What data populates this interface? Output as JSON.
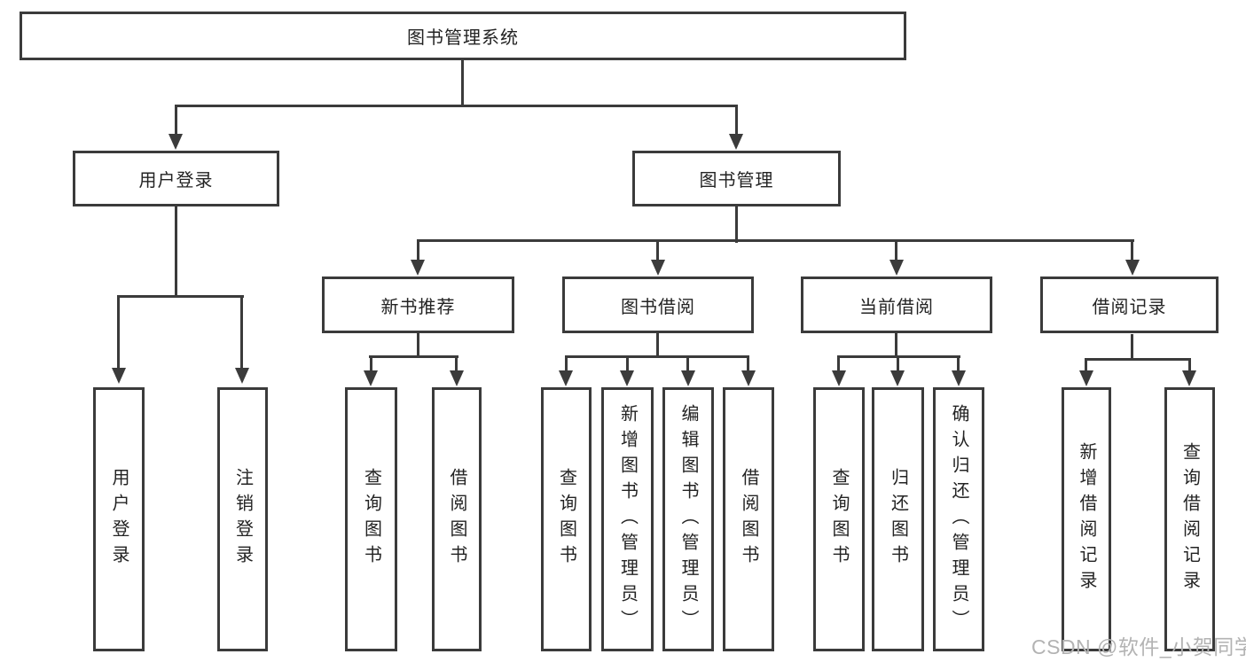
{
  "colors": {
    "line": "#3b3b3b",
    "text": "#232323",
    "background": "#ffffff",
    "watermark": "#b3b3b3"
  },
  "watermark": {
    "text": "CSDN @软件_小贺同学"
  },
  "nodes": {
    "root": {
      "label": "图书管理系统"
    },
    "l2": [
      {
        "label": "用户登录"
      },
      {
        "label": "图书管理"
      }
    ],
    "l3": [
      {
        "label": "新书推荐"
      },
      {
        "label": "图书借阅"
      },
      {
        "label": "当前借阅"
      },
      {
        "label": "借阅记录"
      }
    ],
    "leaves_login": [
      {
        "label": "用户登录"
      },
      {
        "label": "注销登录"
      }
    ],
    "leaves_newbook": [
      {
        "label": "查询图书"
      },
      {
        "label": "借阅图书"
      }
    ],
    "leaves_borrow": [
      {
        "label": "查询图书"
      },
      {
        "label": "新增图书（管理员）"
      },
      {
        "label": "编辑图书（管理员）"
      },
      {
        "label": "借阅图书"
      }
    ],
    "leaves_current": [
      {
        "label": "查询图书"
      },
      {
        "label": "归还图书"
      },
      {
        "label": "确认归还（管理员）"
      }
    ],
    "leaves_records": [
      {
        "label": "新增借阅记录"
      },
      {
        "label": "查询借阅记录"
      }
    ]
  }
}
